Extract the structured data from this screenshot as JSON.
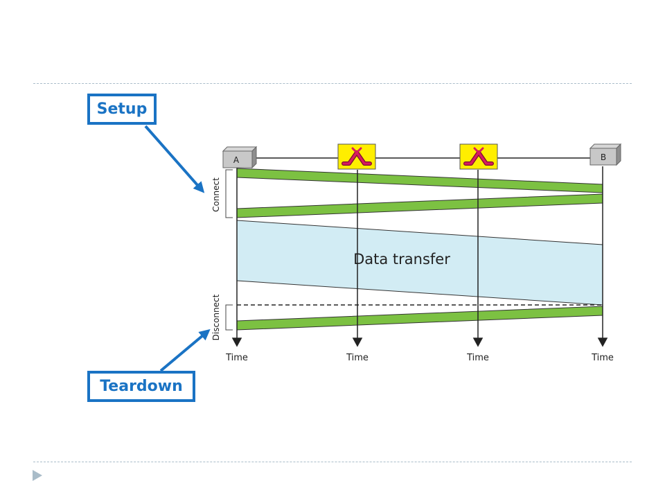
{
  "slide": {
    "callouts": {
      "setup": "Setup",
      "teardown": "Teardown"
    }
  },
  "diagram": {
    "nodes": {
      "host_a": "A",
      "host_b": "B"
    },
    "phase_labels": {
      "connect": "Connect",
      "disconnect": "Disconnect"
    },
    "data_transfer_label": "Data transfer",
    "time_labels": [
      "Time",
      "Time",
      "Time",
      "Time"
    ],
    "colors": {
      "accent_blue": "#1a73c4",
      "signal_green": "#7cc142",
      "data_band": "#d2ecf4",
      "router_yellow": "#ffee00",
      "router_symbol": "#d81b60"
    }
  }
}
